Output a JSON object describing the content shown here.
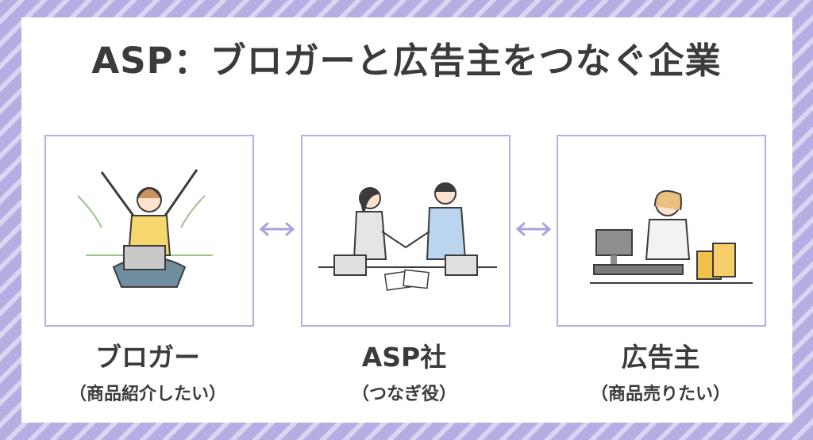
{
  "title": "ASP：ブロガーと広告主をつなぐ企業",
  "columns": [
    {
      "label": "ブロガー",
      "sub": "（商品紹介したい）"
    },
    {
      "label": "ASP社",
      "sub": "（つなぎ役）"
    },
    {
      "label": "広告主",
      "sub": "（商品売りたい）"
    }
  ],
  "colors": {
    "accent": "#b4aee2",
    "text": "#3d3a3b",
    "stripe_light": "#d9d6f1"
  }
}
